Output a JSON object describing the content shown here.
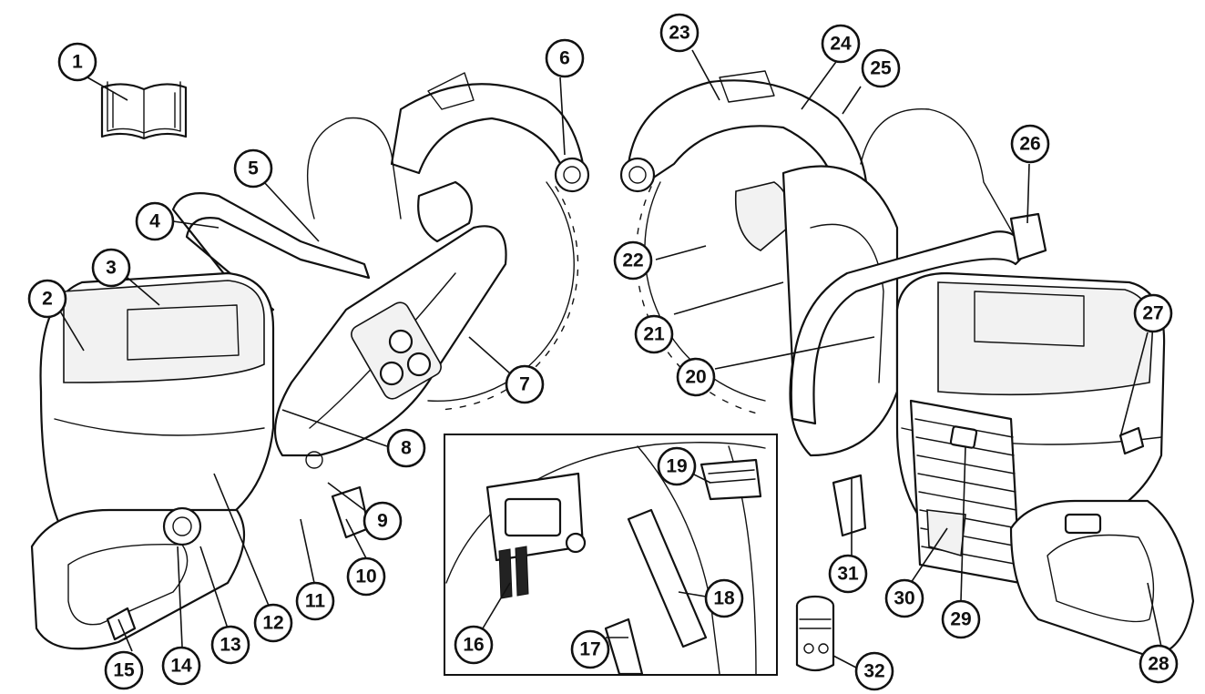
{
  "diagram": {
    "callouts": [
      {
        "id": "1",
        "label": "1"
      },
      {
        "id": "2",
        "label": "2"
      },
      {
        "id": "3",
        "label": "3"
      },
      {
        "id": "4",
        "label": "4"
      },
      {
        "id": "5",
        "label": "5"
      },
      {
        "id": "6",
        "label": "6"
      },
      {
        "id": "7",
        "label": "7"
      },
      {
        "id": "8",
        "label": "8"
      },
      {
        "id": "9",
        "label": "9"
      },
      {
        "id": "10",
        "label": "10"
      },
      {
        "id": "11",
        "label": "11"
      },
      {
        "id": "12",
        "label": "12"
      },
      {
        "id": "13",
        "label": "13"
      },
      {
        "id": "14",
        "label": "14"
      },
      {
        "id": "15",
        "label": "15"
      },
      {
        "id": "16",
        "label": "16"
      },
      {
        "id": "17",
        "label": "17"
      },
      {
        "id": "18",
        "label": "18"
      },
      {
        "id": "19",
        "label": "19"
      },
      {
        "id": "20",
        "label": "20"
      },
      {
        "id": "21",
        "label": "21"
      },
      {
        "id": "22",
        "label": "22"
      },
      {
        "id": "23",
        "label": "23"
      },
      {
        "id": "24",
        "label": "24"
      },
      {
        "id": "25",
        "label": "25"
      },
      {
        "id": "26",
        "label": "26"
      },
      {
        "id": "27",
        "label": "27"
      },
      {
        "id": "28",
        "label": "28"
      },
      {
        "id": "29",
        "label": "29"
      },
      {
        "id": "30",
        "label": "30"
      },
      {
        "id": "31",
        "label": "31"
      },
      {
        "id": "32",
        "label": "32"
      }
    ],
    "icons": {
      "manual": "open-book-icon"
    }
  }
}
